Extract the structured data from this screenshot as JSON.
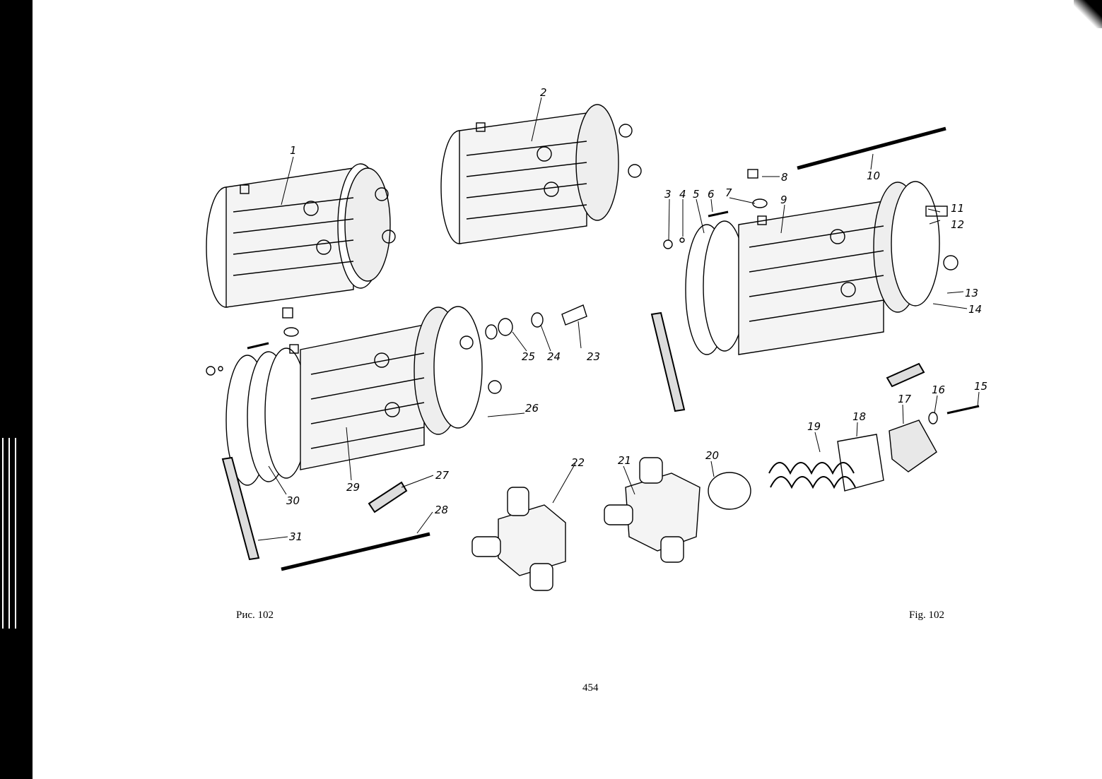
{
  "figure": {
    "caption_ru": "Рис. 102",
    "caption_en": "Fig. 102",
    "part_labels": [
      "1",
      "2",
      "3",
      "4",
      "5",
      "6",
      "7",
      "8",
      "9",
      "10",
      "11",
      "12",
      "13",
      "14",
      "15",
      "16",
      "17",
      "18",
      "19",
      "20",
      "21",
      "22",
      "23",
      "24",
      "25",
      "26",
      "27",
      "28",
      "29",
      "30",
      "31"
    ]
  },
  "page_number": "454"
}
